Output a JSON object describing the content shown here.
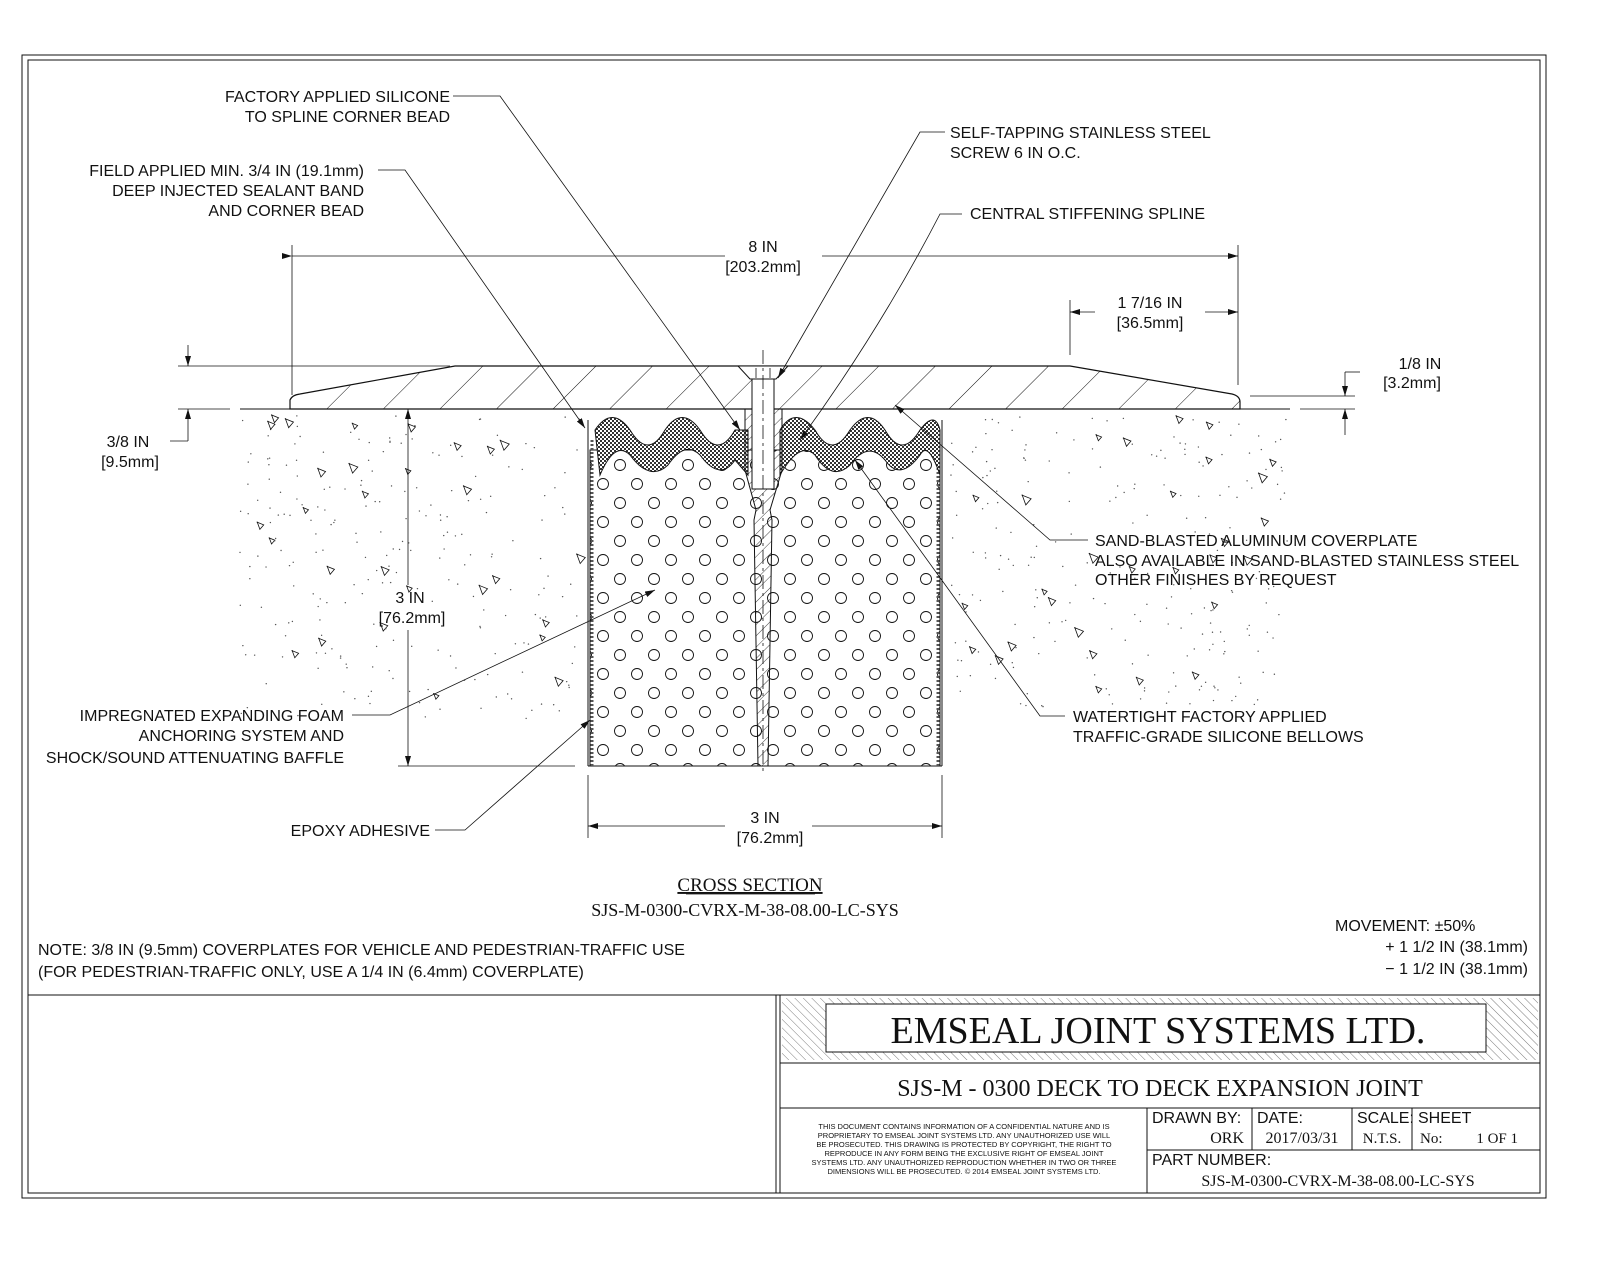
{
  "callouts": {
    "silicone_spline": [
      "FACTORY APPLIED SILICONE",
      "TO SPLINE CORNER BEAD"
    ],
    "field_sealant": [
      "FIELD APPLIED MIN. 3/4 IN (19.1mm)",
      "DEEP INJECTED SEALANT BAND",
      "AND CORNER BEAD"
    ],
    "screw": [
      "SELF-TAPPING STAINLESS STEEL",
      "SCREW 6 IN O.C."
    ],
    "spline": [
      "CENTRAL STIFFENING SPLINE"
    ],
    "coverplate": [
      "SAND-BLASTED ALUMINUM COVERPLATE",
      "ALSO AVAILABLE IN SAND-BLASTED STAINLESS STEEL",
      "OTHER FINISHES BY REQUEST"
    ],
    "bellows": [
      "WATERTIGHT FACTORY APPLIED",
      "TRAFFIC-GRADE SILICONE BELLOWS"
    ],
    "foam": [
      "IMPREGNATED EXPANDING FOAM",
      "ANCHORING SYSTEM AND",
      "SHOCK/SOUND ATTENUATING BAFFLE"
    ],
    "epoxy": [
      "EPOXY ADHESIVE"
    ]
  },
  "dimensions": {
    "overall_width": [
      "8 IN",
      "[203.2mm]"
    ],
    "taper": [
      "1 7/16 IN",
      "[36.5mm]"
    ],
    "edge": [
      "1/8 IN",
      "[3.2mm]"
    ],
    "plate_thickness": [
      "3/8 IN",
      "[9.5mm]"
    ],
    "depth": [
      "3 IN",
      "[76.2mm]"
    ],
    "joint_width": [
      "3 IN",
      "[76.2mm]"
    ]
  },
  "section": {
    "title": "CROSS SECTION",
    "code": "SJS-M-0300-CVRX-M-38-08.00-LC-SYS"
  },
  "note": [
    "NOTE: 3/8 IN (9.5mm) COVERPLATES FOR VEHICLE AND PEDESTRIAN-TRAFFIC USE",
    "(FOR PEDESTRIAN-TRAFFIC ONLY, USE A 1/4 IN (6.4mm) COVERPLATE)"
  ],
  "movement": [
    "MOVEMENT: ±50%",
    "+ 1 1/2 IN (38.1mm)",
    "− 1 1/2 IN (38.1mm)"
  ],
  "title_block": {
    "company": "EMSEAL JOINT SYSTEMS LTD.",
    "drawing_title": "SJS-M - 0300 DECK TO DECK EXPANSION JOINT",
    "confidentiality": [
      "THIS DOCUMENT CONTAINS INFORMATION OF A CONFIDENTIAL NATURE AND IS",
      "PROPRIETARY TO EMSEAL JOINT SYSTEMS LTD. ANY UNAUTHORIZED USE WILL",
      "BE PROSECUTED. THIS DRAWING IS PROTECTED BY COPYRIGHT, THE RIGHT TO",
      "REPRODUCE IN ANY FORM BEING THE EXCLUSIVE RIGHT OF EMSEAL JOINT",
      "SYSTEMS LTD. ANY UNAUTHORIZED REPRODUCTION WHETHER IN TWO OR THREE",
      "DIMENSIONS WILL BE PROSECUTED. © 2014 EMSEAL JOINT SYSTEMS LTD."
    ],
    "drawn_by_label": "DRAWN BY:",
    "drawn_by": "ORK",
    "date_label": "DATE:",
    "date": "2017/03/31",
    "scale_label": "SCALE:",
    "scale": "N.T.S.",
    "sheet_label": "SHEET",
    "sheet_no_label": "No:",
    "sheet": "1 OF 1",
    "part_number_label": "PART NUMBER:",
    "part_number": "SJS-M-0300-CVRX-M-38-08.00-LC-SYS"
  }
}
